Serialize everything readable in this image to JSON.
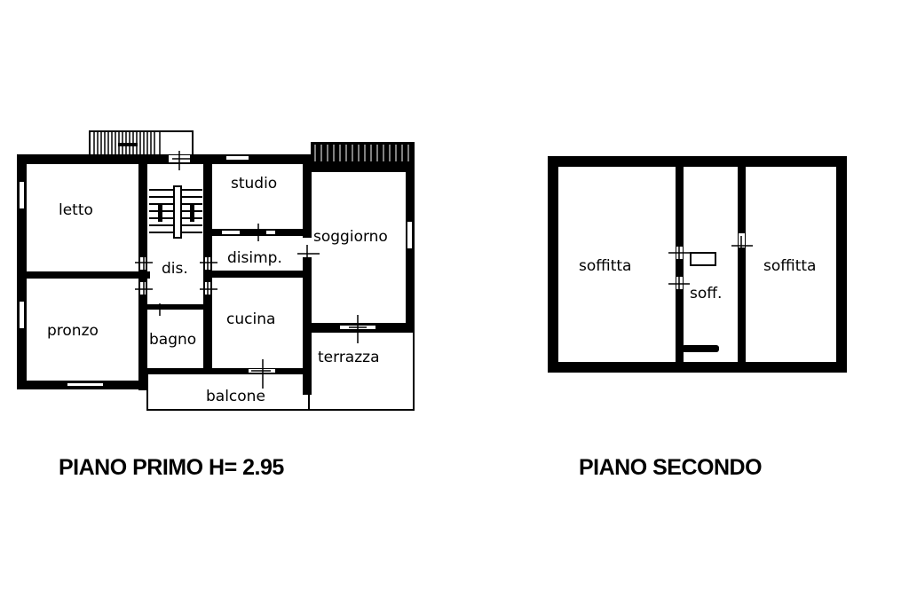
{
  "floor_1": {
    "caption": "PIANO PRIMO H= 2.95",
    "rooms": {
      "letto": "letto",
      "studio": "studio",
      "soggiorno": "soggiorno",
      "dis": "dis.",
      "disimp": "disimp.",
      "pronzo": "pronzo",
      "bagno": "bagno",
      "cucina": "cucina",
      "terrazza": "terrazza",
      "balcone": "balcone"
    }
  },
  "floor_2": {
    "caption": "PIANO SECONDO",
    "rooms": {
      "soffitta_left": "soffitta",
      "soff": "soff.",
      "soffitta_right": "soffitta"
    }
  },
  "colors": {
    "wall": "#000000",
    "background": "#ffffff"
  }
}
